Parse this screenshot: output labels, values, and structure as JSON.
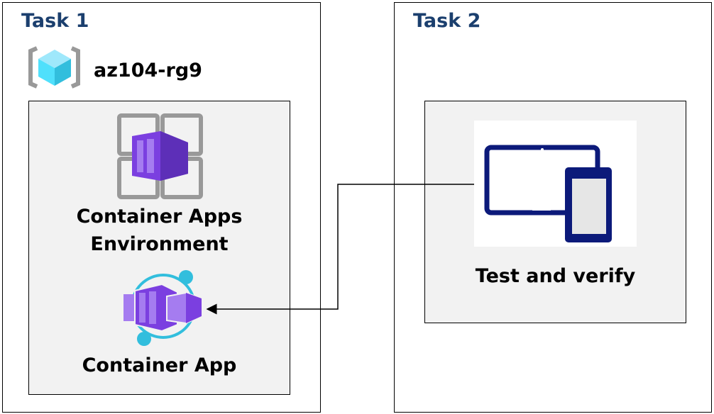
{
  "task1": {
    "title": "Task 1",
    "resource_group": "az104-rg9",
    "environment_label_line1": "Container Apps",
    "environment_label_line2": "Environment",
    "app_label": "Container App"
  },
  "task2": {
    "title": "Task 2",
    "device_label": "Test and verify"
  },
  "icons": [
    "resource-group-icon",
    "container-apps-environment-icon",
    "container-app-icon",
    "devices-icon"
  ],
  "colors": {
    "title": "#1b3f6e",
    "panel": "#f2f2f2",
    "purple": "#7b3fe0",
    "cyan": "#32bedd",
    "navy": "#0c1a7a"
  }
}
